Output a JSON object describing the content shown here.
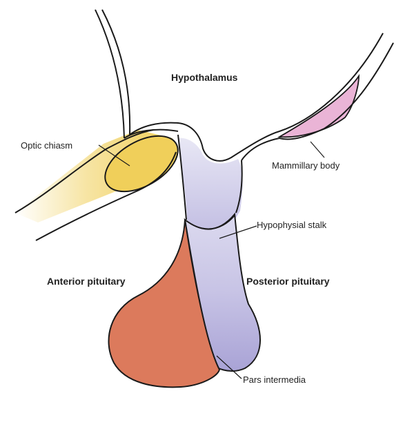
{
  "labels": {
    "hypothalamus": "Hypothalamus",
    "optic_chiasm": "Optic chiasm",
    "mammillary_body": "Mammillary body",
    "hypophysial_stalk": "Hypophysial stalk",
    "anterior_pituitary": "Anterior pituitary",
    "posterior_pituitary": "Posterior pituitary",
    "pars_intermedia": "Pars intermedia"
  },
  "colors": {
    "optic_chiasm": "#f0cf5a",
    "mammillary_body": "#eab4d6",
    "posterior_pituitary": "#b4b0db",
    "anterior_pituitary": "#dc7a5c",
    "outline": "#1a1a1a"
  }
}
